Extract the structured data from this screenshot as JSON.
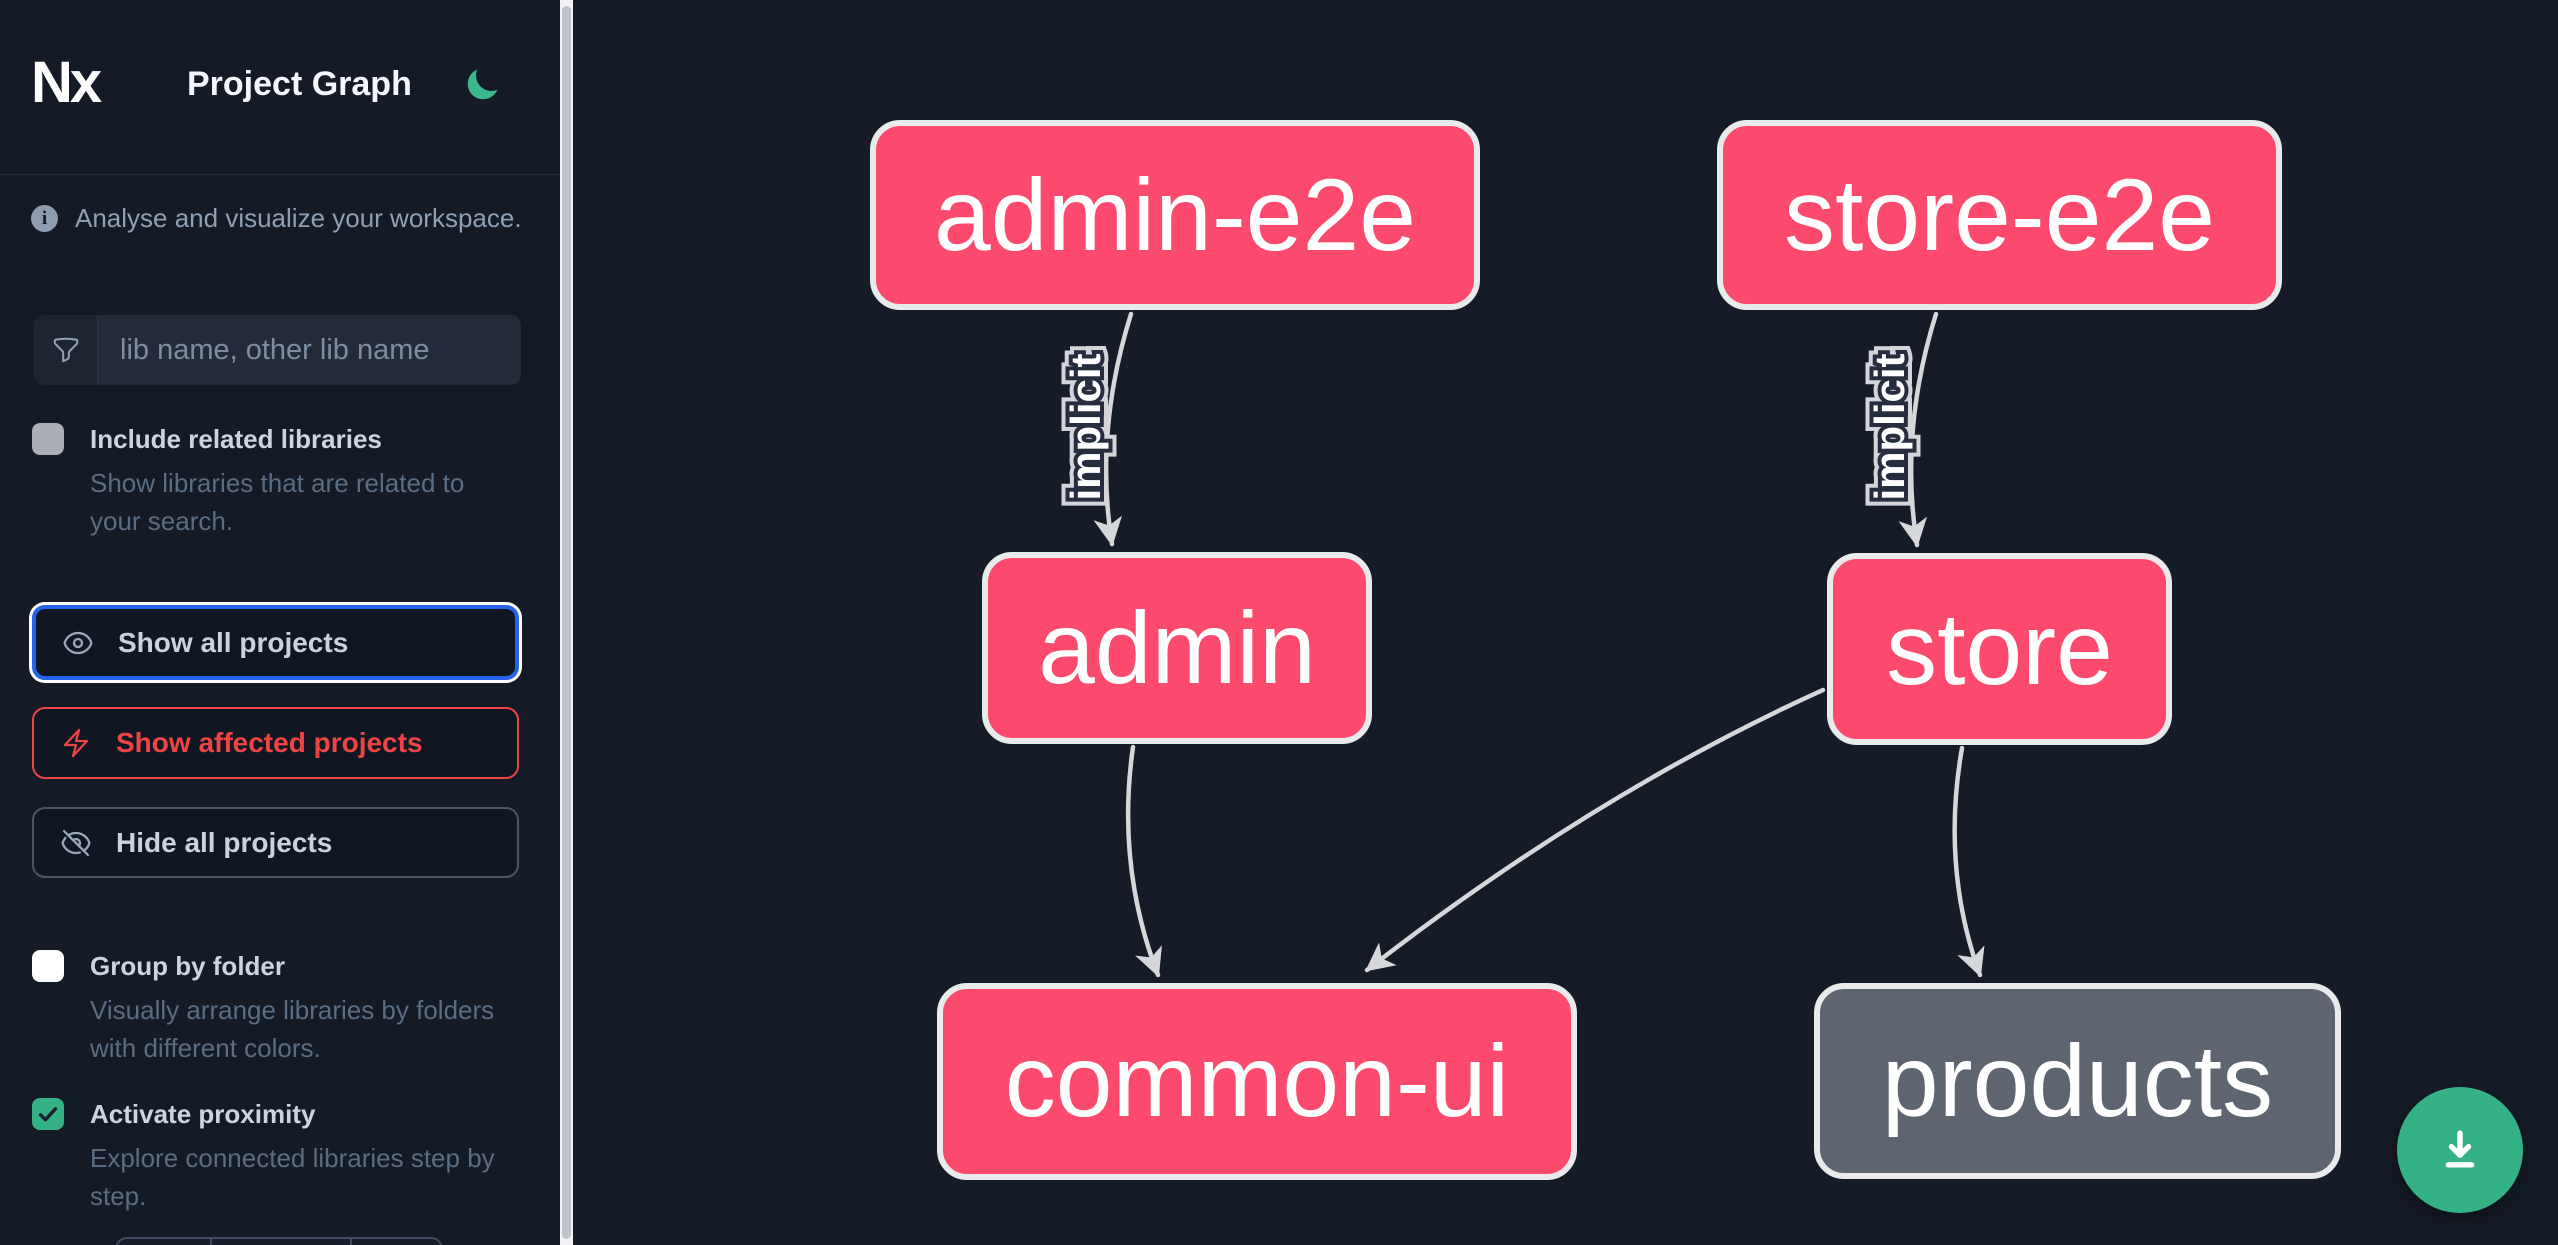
{
  "header": {
    "logo_text": "Nx",
    "title": "Project Graph",
    "theme_toggle_icon": "moon-icon"
  },
  "sidebar": {
    "tagline": "Analyse and visualize your workspace.",
    "search": {
      "icon": "funnel-icon",
      "placeholder": "lib name, other lib name",
      "value": ""
    },
    "include_related": {
      "label": "Include related libraries",
      "description": "Show libraries that are related to your search.",
      "checked": false
    },
    "show_all": {
      "label": "Show all projects",
      "icon": "eye-icon",
      "active": true
    },
    "show_affected": {
      "label": "Show affected projects",
      "icon": "bolt-icon",
      "active": false
    },
    "hide_all": {
      "label": "Hide all projects",
      "icon": "eye-slash-icon",
      "active": false
    },
    "group_by_folder": {
      "label": "Group by folder",
      "description": "Visually arrange libraries by folders with different colors.",
      "checked": false
    },
    "activate_proximity": {
      "label": "Activate proximity",
      "description": "Explore connected libraries step by step.",
      "checked": true
    }
  },
  "graph": {
    "nodes": [
      {
        "id": "admin-e2e",
        "label": "admin-e2e",
        "color": "#fb4a6e"
      },
      {
        "id": "store-e2e",
        "label": "store-e2e",
        "color": "#fb4a6e"
      },
      {
        "id": "admin",
        "label": "admin",
        "color": "#fb4a6e"
      },
      {
        "id": "store",
        "label": "store",
        "color": "#fb4a6e"
      },
      {
        "id": "common-ui",
        "label": "common-ui",
        "color": "#fb4a6e"
      },
      {
        "id": "products",
        "label": "products",
        "color": "#5e6571"
      }
    ],
    "edges": [
      {
        "from": "admin-e2e",
        "to": "admin",
        "label": "implicit"
      },
      {
        "from": "store-e2e",
        "to": "store",
        "label": "implicit"
      },
      {
        "from": "admin",
        "to": "common-ui",
        "label": ""
      },
      {
        "from": "store",
        "to": "common-ui",
        "label": ""
      },
      {
        "from": "store",
        "to": "products",
        "label": ""
      }
    ]
  },
  "actions": {
    "download_icon": "download-icon"
  },
  "colors": {
    "node_pink": "#fb4a6e",
    "node_gray": "#5e6571",
    "node_border": "#e9eaec",
    "edge": "#d6d7db",
    "accent_green": "#34b286",
    "affected_red": "#ef4444",
    "active_blue": "#2563eb",
    "sidebar_bg": "#141a26",
    "canvas_bg": "#151b27"
  }
}
